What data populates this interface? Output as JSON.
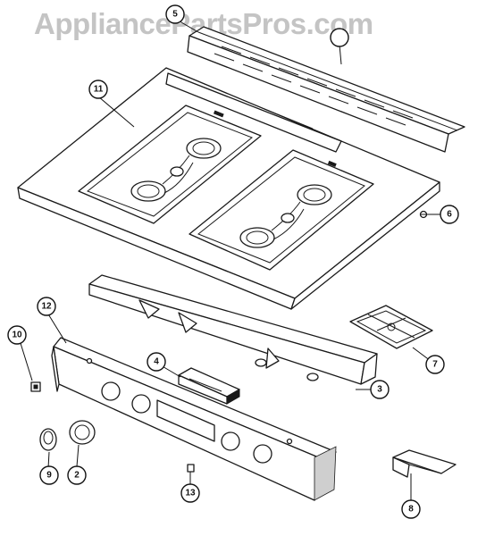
{
  "watermark": "AppliancePartsPros.com",
  "callouts": [
    {
      "id": "c5",
      "label": "5"
    },
    {
      "id": "c5b",
      "label": ""
    },
    {
      "id": "c11",
      "label": "11"
    },
    {
      "id": "c6",
      "label": "6"
    },
    {
      "id": "c12",
      "label": "12"
    },
    {
      "id": "c10",
      "label": "10"
    },
    {
      "id": "c4",
      "label": "4"
    },
    {
      "id": "c3",
      "label": "3"
    },
    {
      "id": "c7",
      "label": "7"
    },
    {
      "id": "c9",
      "label": "9"
    },
    {
      "id": "c2",
      "label": "2"
    },
    {
      "id": "c13",
      "label": "13"
    },
    {
      "id": "c8",
      "label": "8"
    }
  ]
}
